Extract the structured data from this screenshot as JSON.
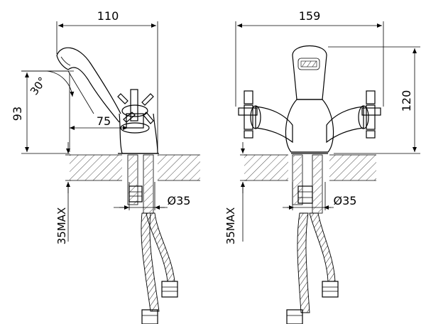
{
  "dimensions": {
    "side_width": "110",
    "front_width": "159",
    "spout_height": "93",
    "total_height": "120",
    "spout_angle": "30°",
    "spout_reach": "75",
    "hole_diameter_left": "Ø35",
    "hole_diameter_right": "Ø35",
    "counter_thickness_left": "35MAX",
    "counter_thickness_right": "35MAX"
  }
}
